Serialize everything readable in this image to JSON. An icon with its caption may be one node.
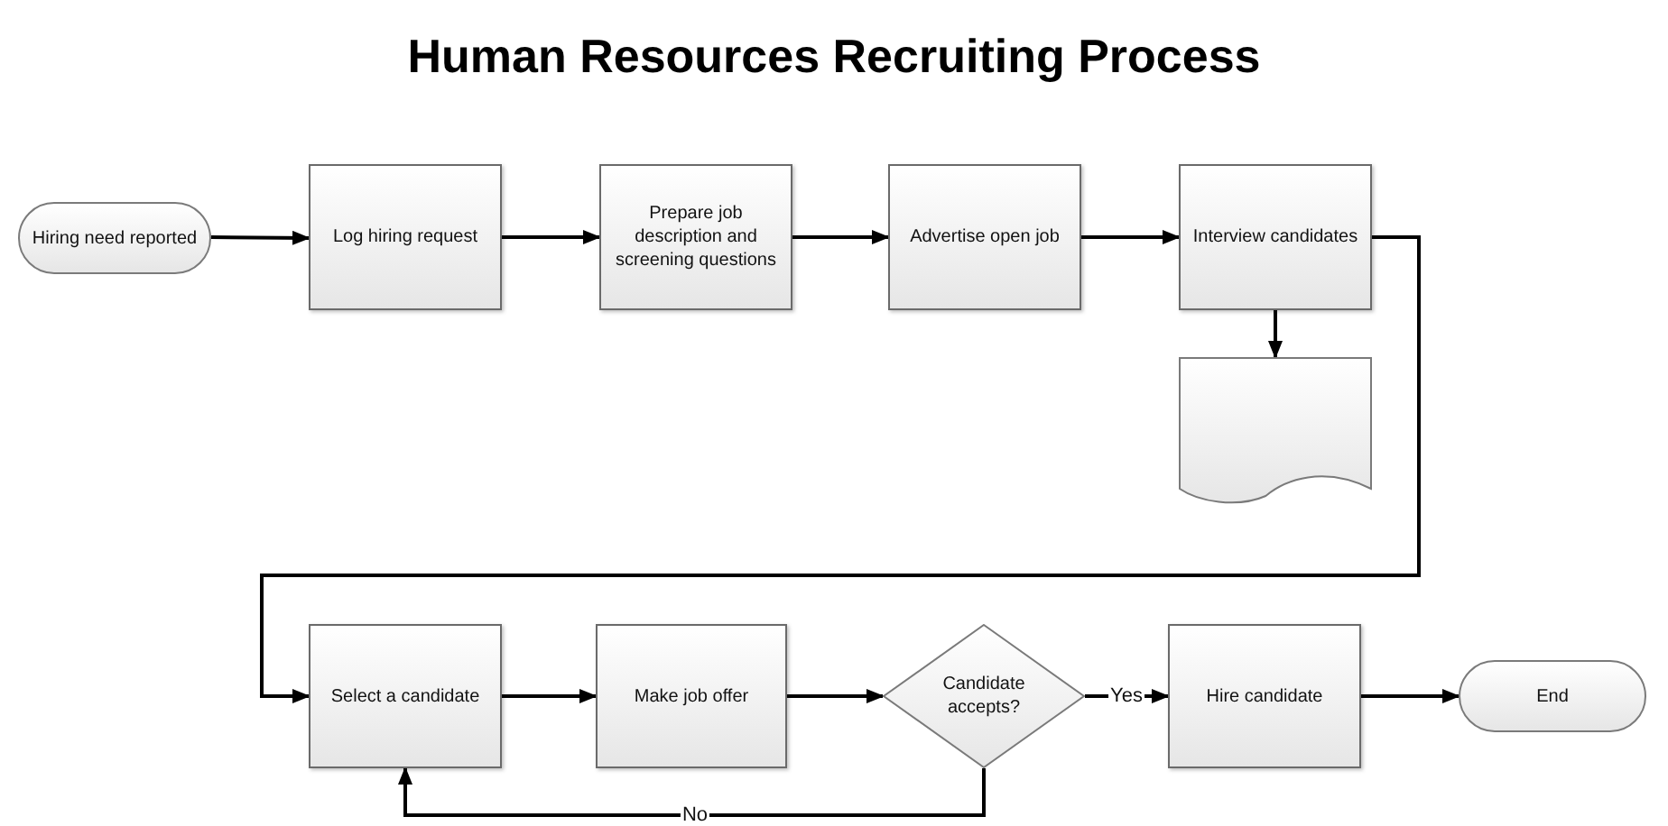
{
  "diagram": {
    "title": "Human Resources Recruiting Process",
    "nodes": [
      {
        "text": [
          "Hiring need reported"
        ]
      },
      {
        "text": [
          "Log hiring request"
        ]
      },
      {
        "text": [
          "Prepare job description and screening questions"
        ]
      },
      {
        "text": [
          "Advertise open job"
        ]
      },
      {
        "text": [
          "Interview candidates"
        ]
      },
      {
        "text": [],
        "shape": "document"
      },
      {
        "text": [
          "Select a candidate"
        ]
      },
      {
        "text": [
          "Make job offer"
        ]
      },
      {
        "text": [
          "Candidate accepts?"
        ]
      },
      {
        "text": [
          "Hire candidate"
        ]
      },
      {
        "text": [
          "End"
        ]
      }
    ],
    "edges": [
      {
        "from": 0,
        "to": 1,
        "arrow": "to"
      },
      {
        "from": 1,
        "to": 2,
        "arrow": "to"
      },
      {
        "from": 2,
        "to": 3,
        "arrow": "to"
      },
      {
        "from": 3,
        "to": 4,
        "arrow": "to"
      },
      {
        "from": 4,
        "to": 5,
        "arrow": "to"
      },
      {
        "from": 4,
        "to": 6,
        "arrow": "to"
      },
      {
        "from": 6,
        "to": 7,
        "arrow": "to"
      },
      {
        "from": 7,
        "to": 8,
        "arrow": "to"
      },
      {
        "from": 8,
        "to": 9,
        "label": "Yes",
        "arrow": "to"
      },
      {
        "from": 8,
        "to": 6,
        "label": "No",
        "arrow": "to"
      },
      {
        "from": 9,
        "to": 10,
        "arrow": "to"
      }
    ]
  }
}
